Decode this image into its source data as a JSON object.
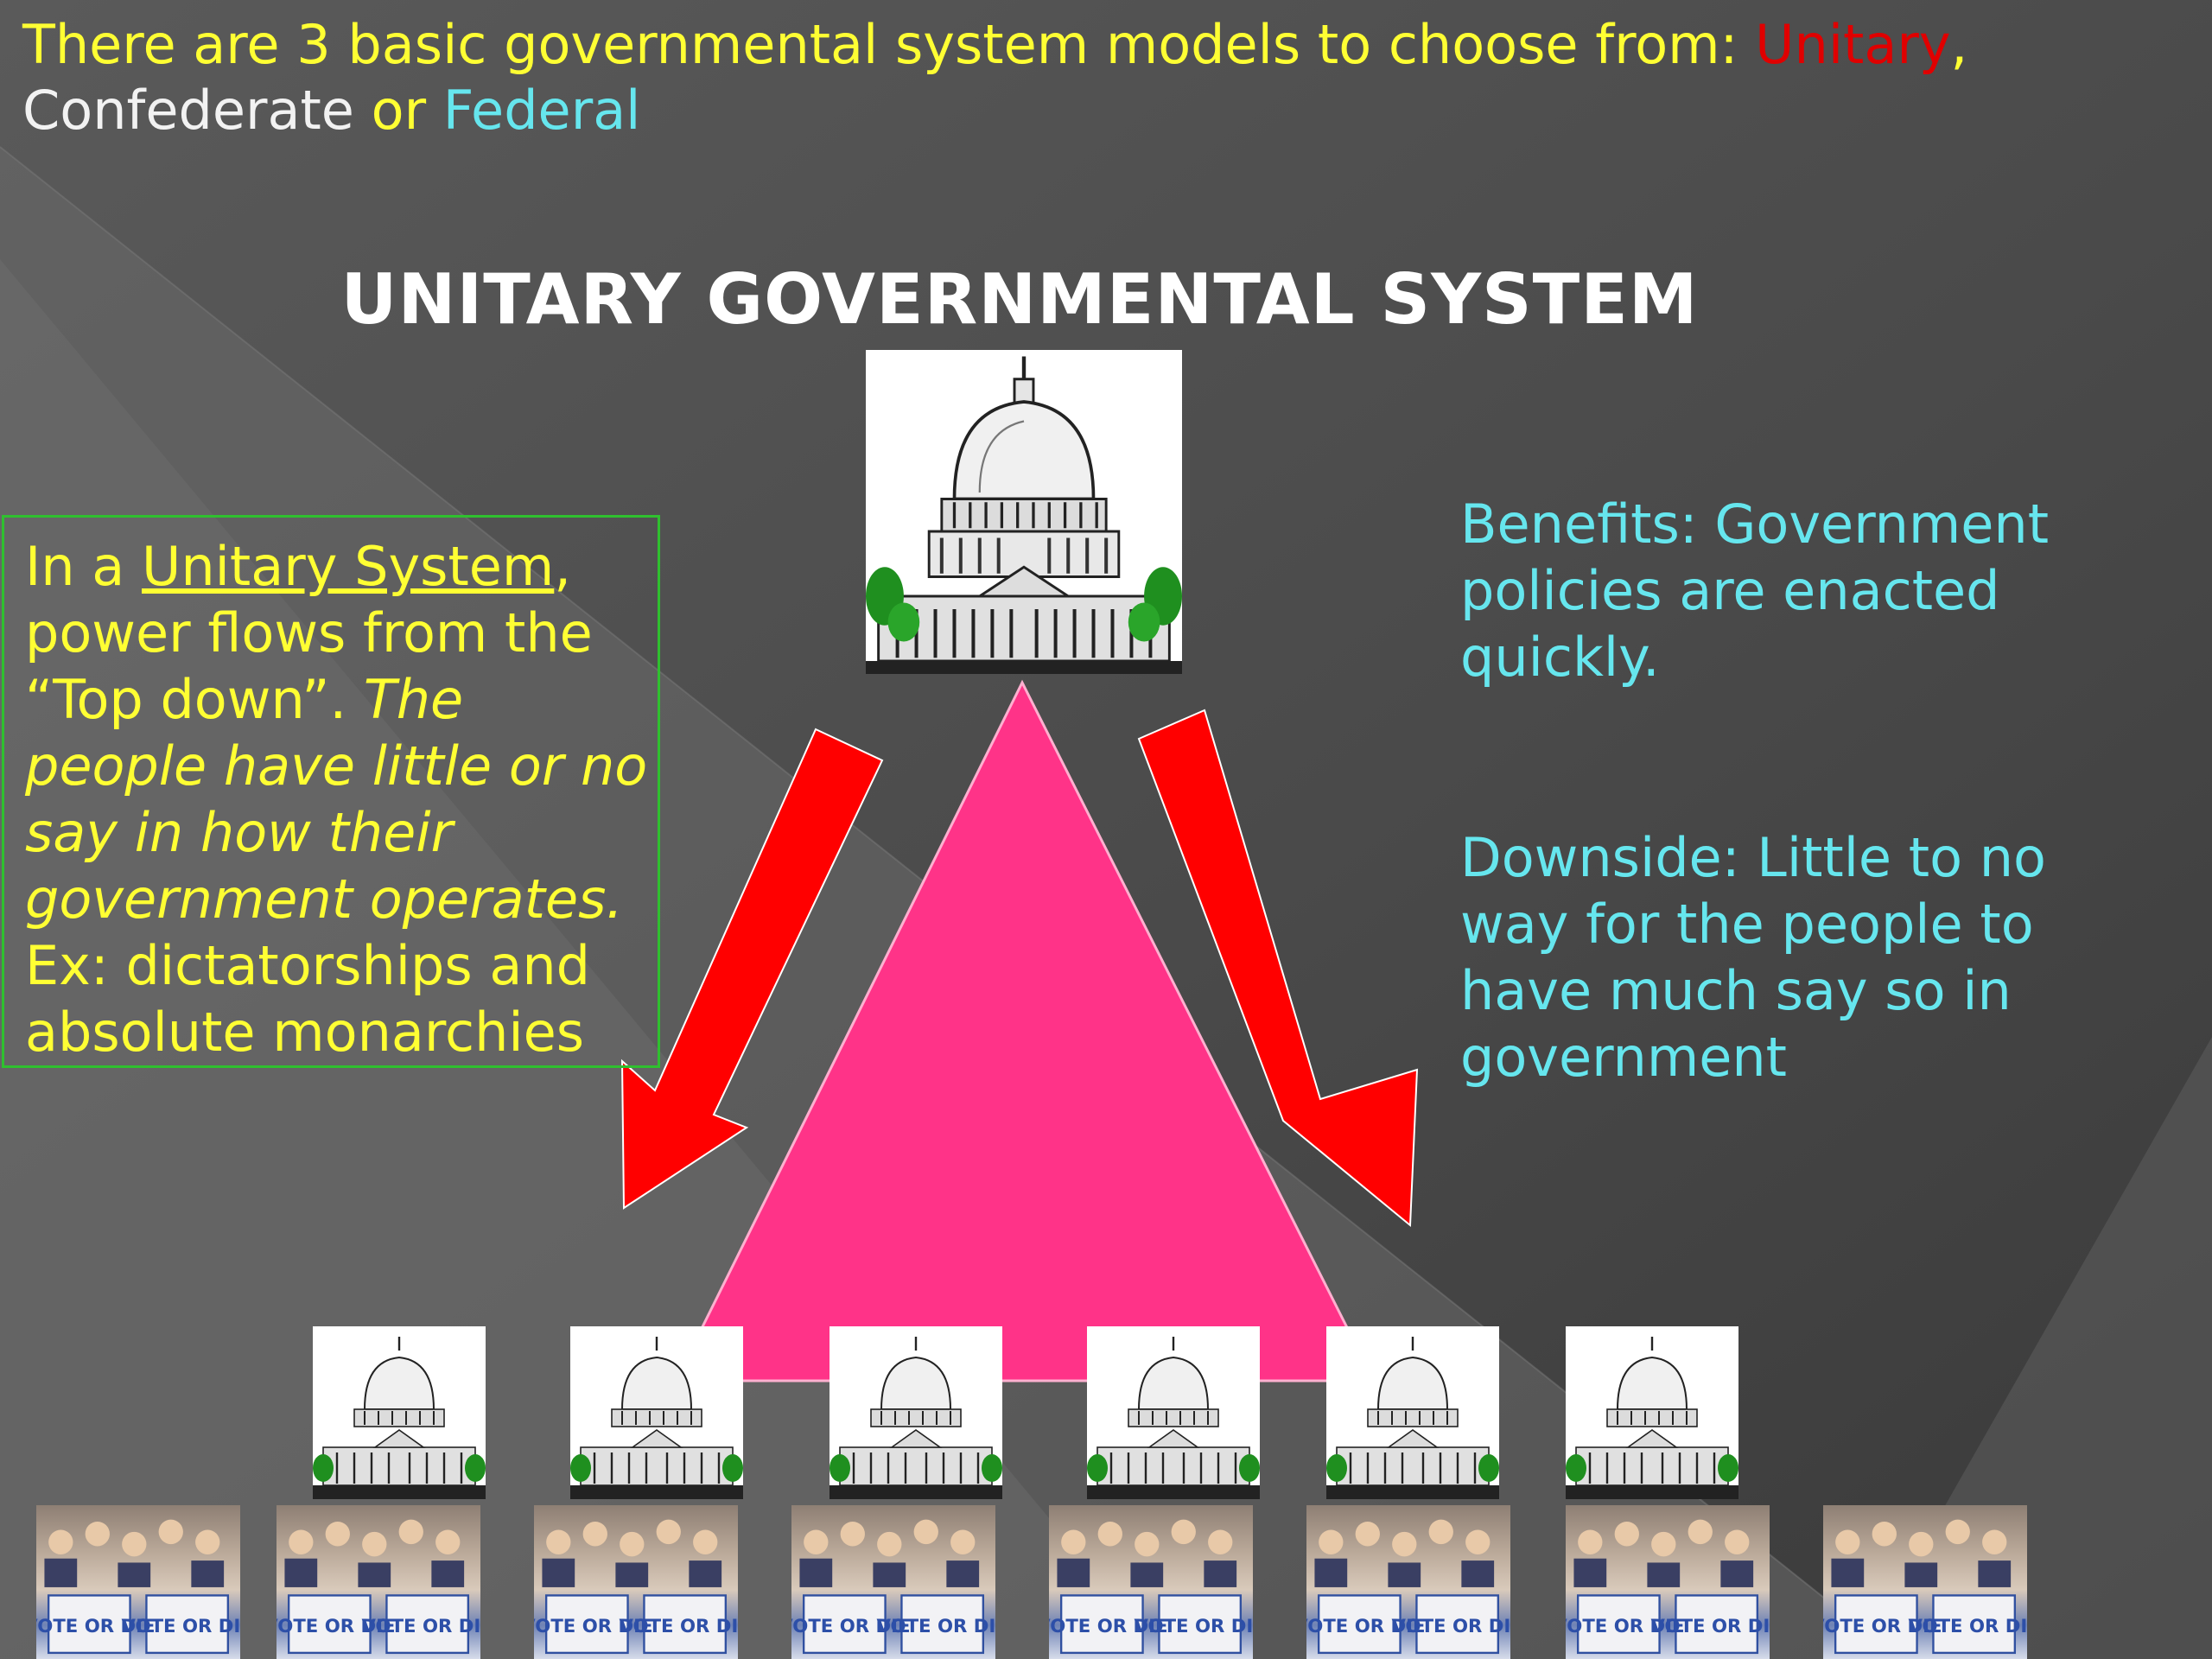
{
  "intro": {
    "part1": "There are 3 basic governmental system models to choose from: ",
    "unitary": "Unitary",
    "comma": ",",
    "confederate": "Confederate",
    "or": " or ",
    "federal": "Federal"
  },
  "title": "UNITARY GOVERNMENTAL SYSTEM",
  "left_box": {
    "in_a": "In a ",
    "term": "Unitary System",
    "rest": ", power flows from the “Top down”. ",
    "italic": "The people have little or no say in how their government operates.",
    "example": " Ex: dictatorships and absolute monarchies"
  },
  "benefits": "Benefits: Government policies are enacted quickly.",
  "downside": "Downside: Little to no way for the people to have much say so in government",
  "crowd_sign_text": "VOTE OR DIE",
  "colors": {
    "intro_yellow": "#ffff33",
    "unitary_red": "#e00000",
    "federal_cyan": "#66e6ee",
    "triangle_pink": "#ff3388",
    "arrow_red": "#ff0000",
    "box_border_green": "#2fc02f"
  },
  "icons": {
    "top": "capitol-building-icon",
    "middle_row": "capitol-building-icon",
    "bottom_row": "crowd-photo"
  }
}
